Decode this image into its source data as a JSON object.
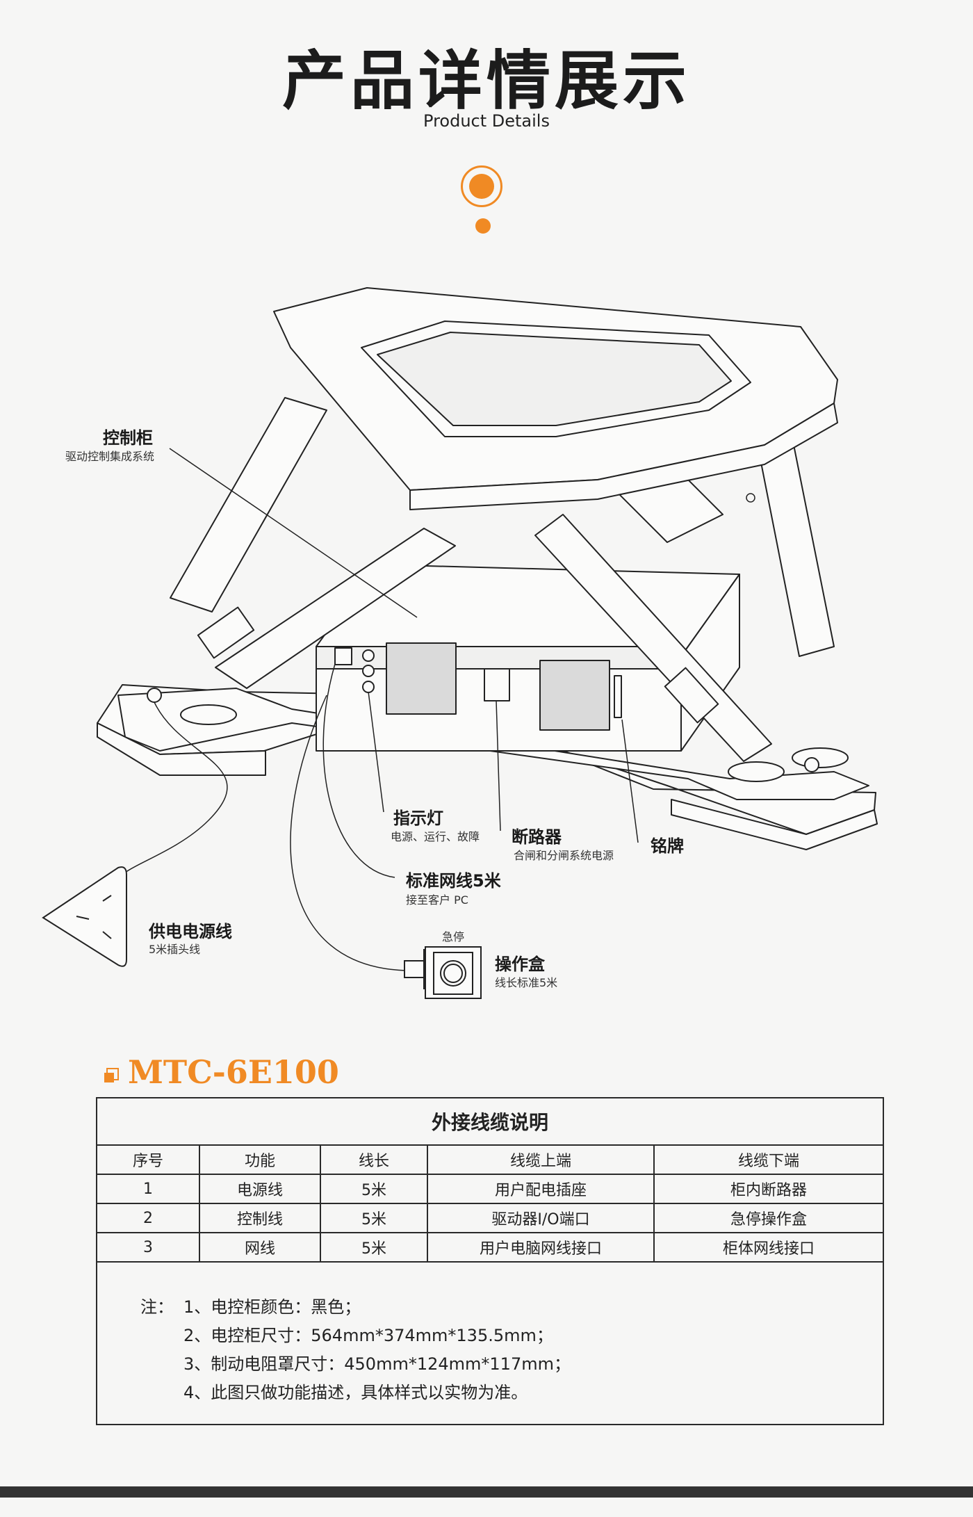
{
  "header": {
    "title": "产品详情展示",
    "subtitle": "Product Details",
    "accent_color": "#f08a24"
  },
  "diagram": {
    "labels": {
      "control_cabinet": {
        "title": "控制柜",
        "sub": "驱动控制集成系统"
      },
      "indicator": {
        "title": "指示灯",
        "sub": "电源、运行、故障"
      },
      "breaker": {
        "title": "断路器",
        "sub": "合闸和分闸系统电源"
      },
      "nameplate": {
        "title": "铭牌"
      },
      "network": {
        "title": "标准网线5米",
        "sub": "接至客户  PC"
      },
      "power": {
        "title": "供电电源线",
        "sub": "5米插头线"
      },
      "opbox": {
        "title": "操作盒",
        "sub": "线长标准5米",
        "button": "急停"
      }
    }
  },
  "model": {
    "name": "MTC-6E100"
  },
  "cable_table": {
    "title": "外接线缆说明",
    "headers": [
      "序号",
      "功能",
      "线长",
      "线缆上端",
      "线缆下端"
    ],
    "rows": [
      [
        "1",
        "电源线",
        "5米",
        "用户配电插座",
        "柜内断路器"
      ],
      [
        "2",
        "控制线",
        "5米",
        "驱动器I/O端口",
        "急停操作盒"
      ],
      [
        "3",
        "网线",
        "5米",
        "用户电脑网线接口",
        "柜体网线接口"
      ]
    ],
    "notes_prefix": "注：",
    "notes": [
      "1、电控柜颜色：黑色；",
      "2、电控柜尺寸：564mm*374mm*135.5mm；",
      "3、制动电阻罩尺寸：450mm*124mm*117mm；",
      "4、此图只做功能描述，具体样式以实物为准。"
    ]
  }
}
